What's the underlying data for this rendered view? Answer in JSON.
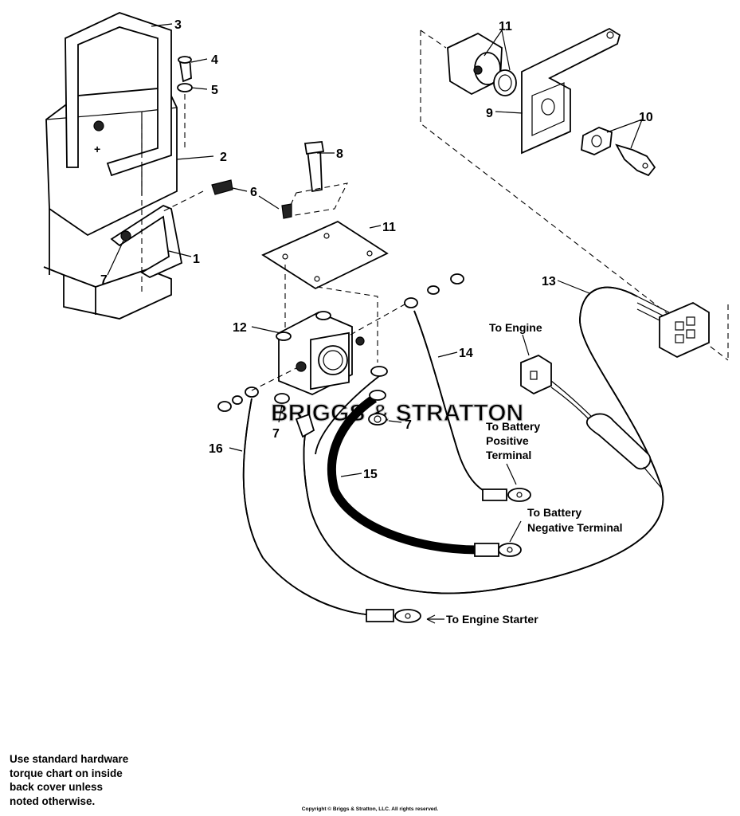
{
  "callouts": {
    "c1": "1",
    "c2": "2",
    "c3": "3",
    "c4": "4",
    "c5": "5",
    "c6": "6",
    "c7a": "7",
    "c7b": "7",
    "c7c": "7",
    "c8": "8",
    "c9": "9",
    "c10": "10",
    "c11a": "11",
    "c11b": "11",
    "c12": "12",
    "c13": "13",
    "c14": "14",
    "c15": "15",
    "c16": "16"
  },
  "labels": {
    "to_engine": "To Engine",
    "battery_positive": [
      "To Battery",
      "Positive",
      "Terminal"
    ],
    "battery_negative": [
      "To Battery",
      "Negative Terminal"
    ],
    "engine_starter": "To Engine Starter"
  },
  "watermark": "BRIGGS & STRATTON",
  "note_lines": [
    "Use standard hardware",
    "torque chart on inside",
    "back cover unless",
    "noted otherwise."
  ],
  "copyright": "Copyright © Briggs & Stratton, LLC. All rights reserved."
}
